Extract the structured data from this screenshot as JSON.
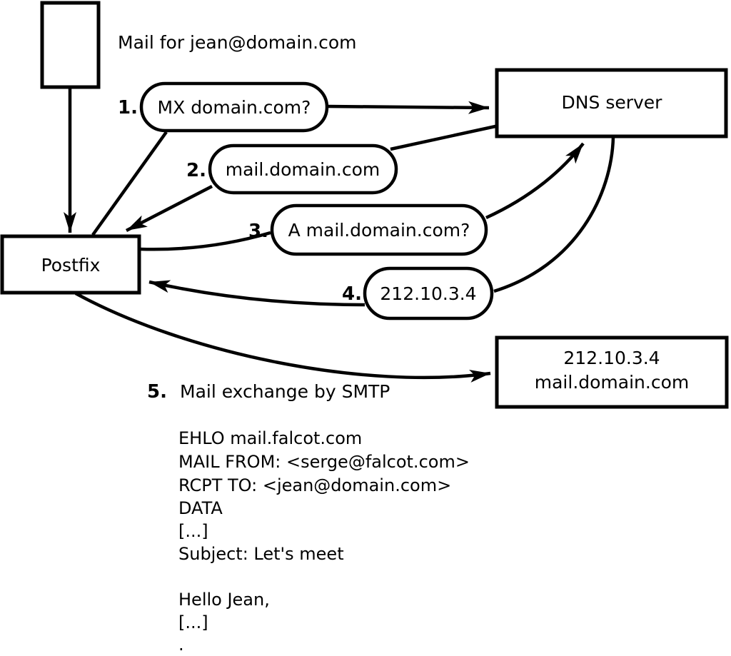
{
  "diagram": {
    "title": "Mail for jean@domain.com",
    "nodes": {
      "postfix": {
        "label": "Postfix"
      },
      "dns": {
        "label": "DNS server"
      },
      "mail_server": {
        "line1": "212.10.3.4",
        "line2": "mail.domain.com"
      }
    },
    "steps": [
      {
        "num": "1.",
        "label": "MX domain.com?"
      },
      {
        "num": "2.",
        "label": "mail.domain.com"
      },
      {
        "num": "3.",
        "label": "A mail.domain.com?"
      },
      {
        "num": "4.",
        "label": "212.10.3.4"
      },
      {
        "num": "5.",
        "label": "Mail exchange by SMTP"
      }
    ],
    "smtp": {
      "lines": [
        "EHLO mail.falcot.com",
        "MAIL FROM: <serge@falcot.com>",
        "RCPT TO: <jean@domain.com>",
        "DATA",
        "[...]",
        "Subject: Let's meet",
        "",
        "Hello Jean,",
        "[...]",
        "."
      ]
    },
    "colors": {
      "stroke": "#000000",
      "background": "#ffffff"
    }
  }
}
